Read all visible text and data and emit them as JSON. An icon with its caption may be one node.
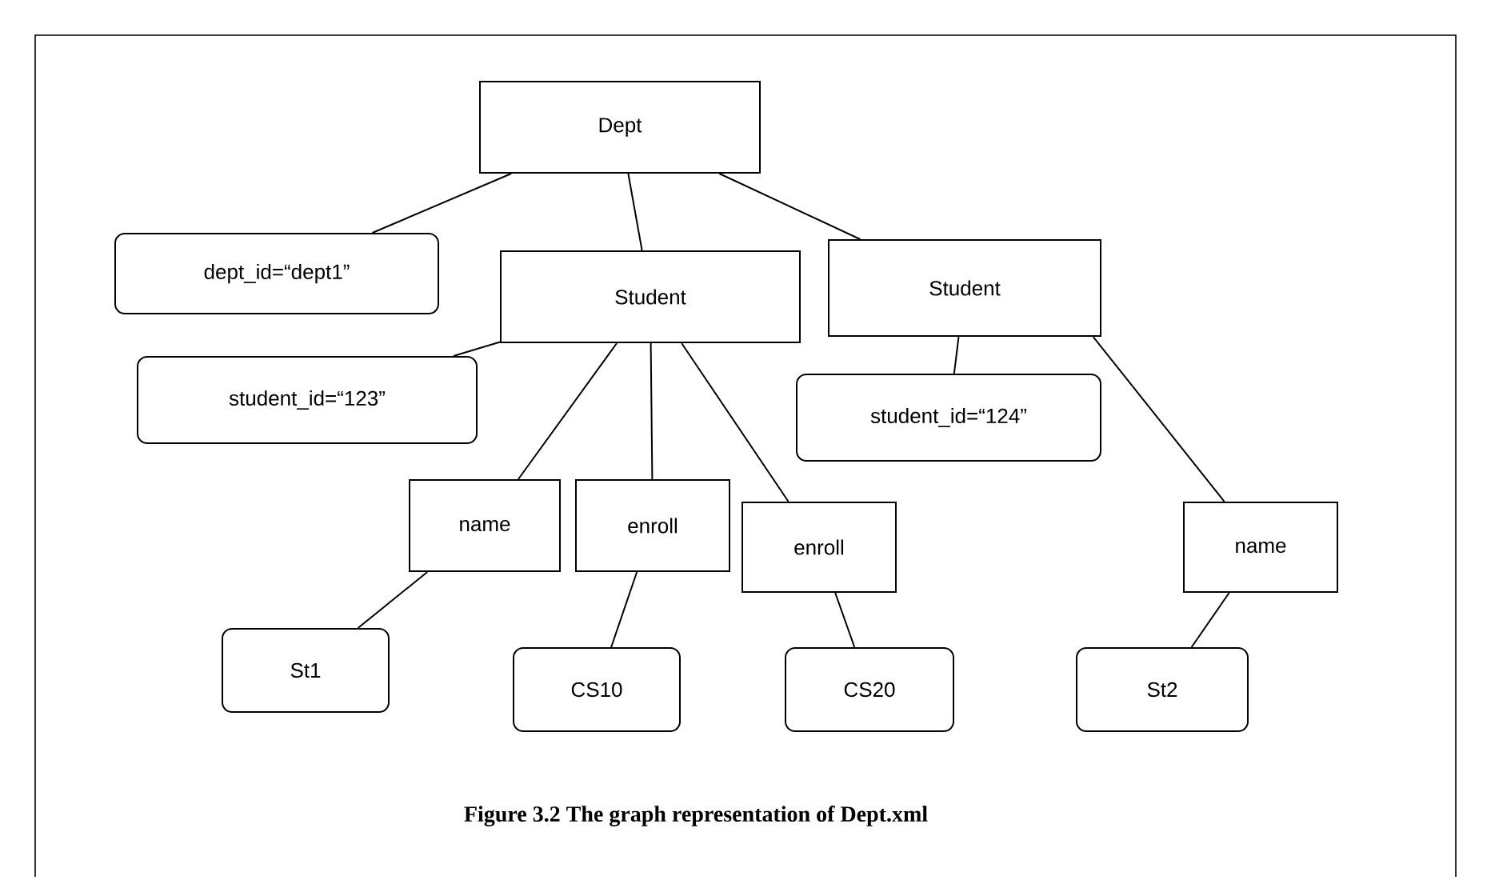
{
  "diagram": {
    "caption": "Figure 3.2 The graph representation of Dept.xml",
    "nodes": [
      {
        "text": [
          "Dept"
        ]
      },
      {
        "text": [
          "dept_id=“dept1”"
        ]
      },
      {
        "text": [
          "Student"
        ]
      },
      {
        "text": [
          "student_id=“123”"
        ]
      },
      {
        "text": [
          "Student"
        ]
      },
      {
        "text": [
          "student_id=“124”"
        ]
      },
      {
        "text": [
          "name"
        ]
      },
      {
        "text": [
          "enroll"
        ]
      },
      {
        "text": [
          "enroll"
        ]
      },
      {
        "text": [
          "name"
        ]
      },
      {
        "text": [
          "St1"
        ]
      },
      {
        "text": [
          "CS10"
        ]
      },
      {
        "text": [
          "CS20"
        ]
      },
      {
        "text": [
          "St2"
        ]
      }
    ],
    "edges": [
      {
        "from": 0,
        "to": 1,
        "arrow": "none"
      },
      {
        "from": 0,
        "to": 2,
        "arrow": "none"
      },
      {
        "from": 0,
        "to": 4,
        "arrow": "none"
      },
      {
        "from": 2,
        "to": 3,
        "arrow": "none"
      },
      {
        "from": 2,
        "to": 6,
        "arrow": "none"
      },
      {
        "from": 2,
        "to": 7,
        "arrow": "none"
      },
      {
        "from": 2,
        "to": 8,
        "arrow": "none"
      },
      {
        "from": 4,
        "to": 5,
        "arrow": "none"
      },
      {
        "from": 4,
        "to": 9,
        "arrow": "none"
      },
      {
        "from": 6,
        "to": 10,
        "arrow": "none"
      },
      {
        "from": 7,
        "to": 11,
        "arrow": "none"
      },
      {
        "from": 8,
        "to": 12,
        "arrow": "none"
      },
      {
        "from": 9,
        "to": 13,
        "arrow": "none"
      }
    ]
  }
}
